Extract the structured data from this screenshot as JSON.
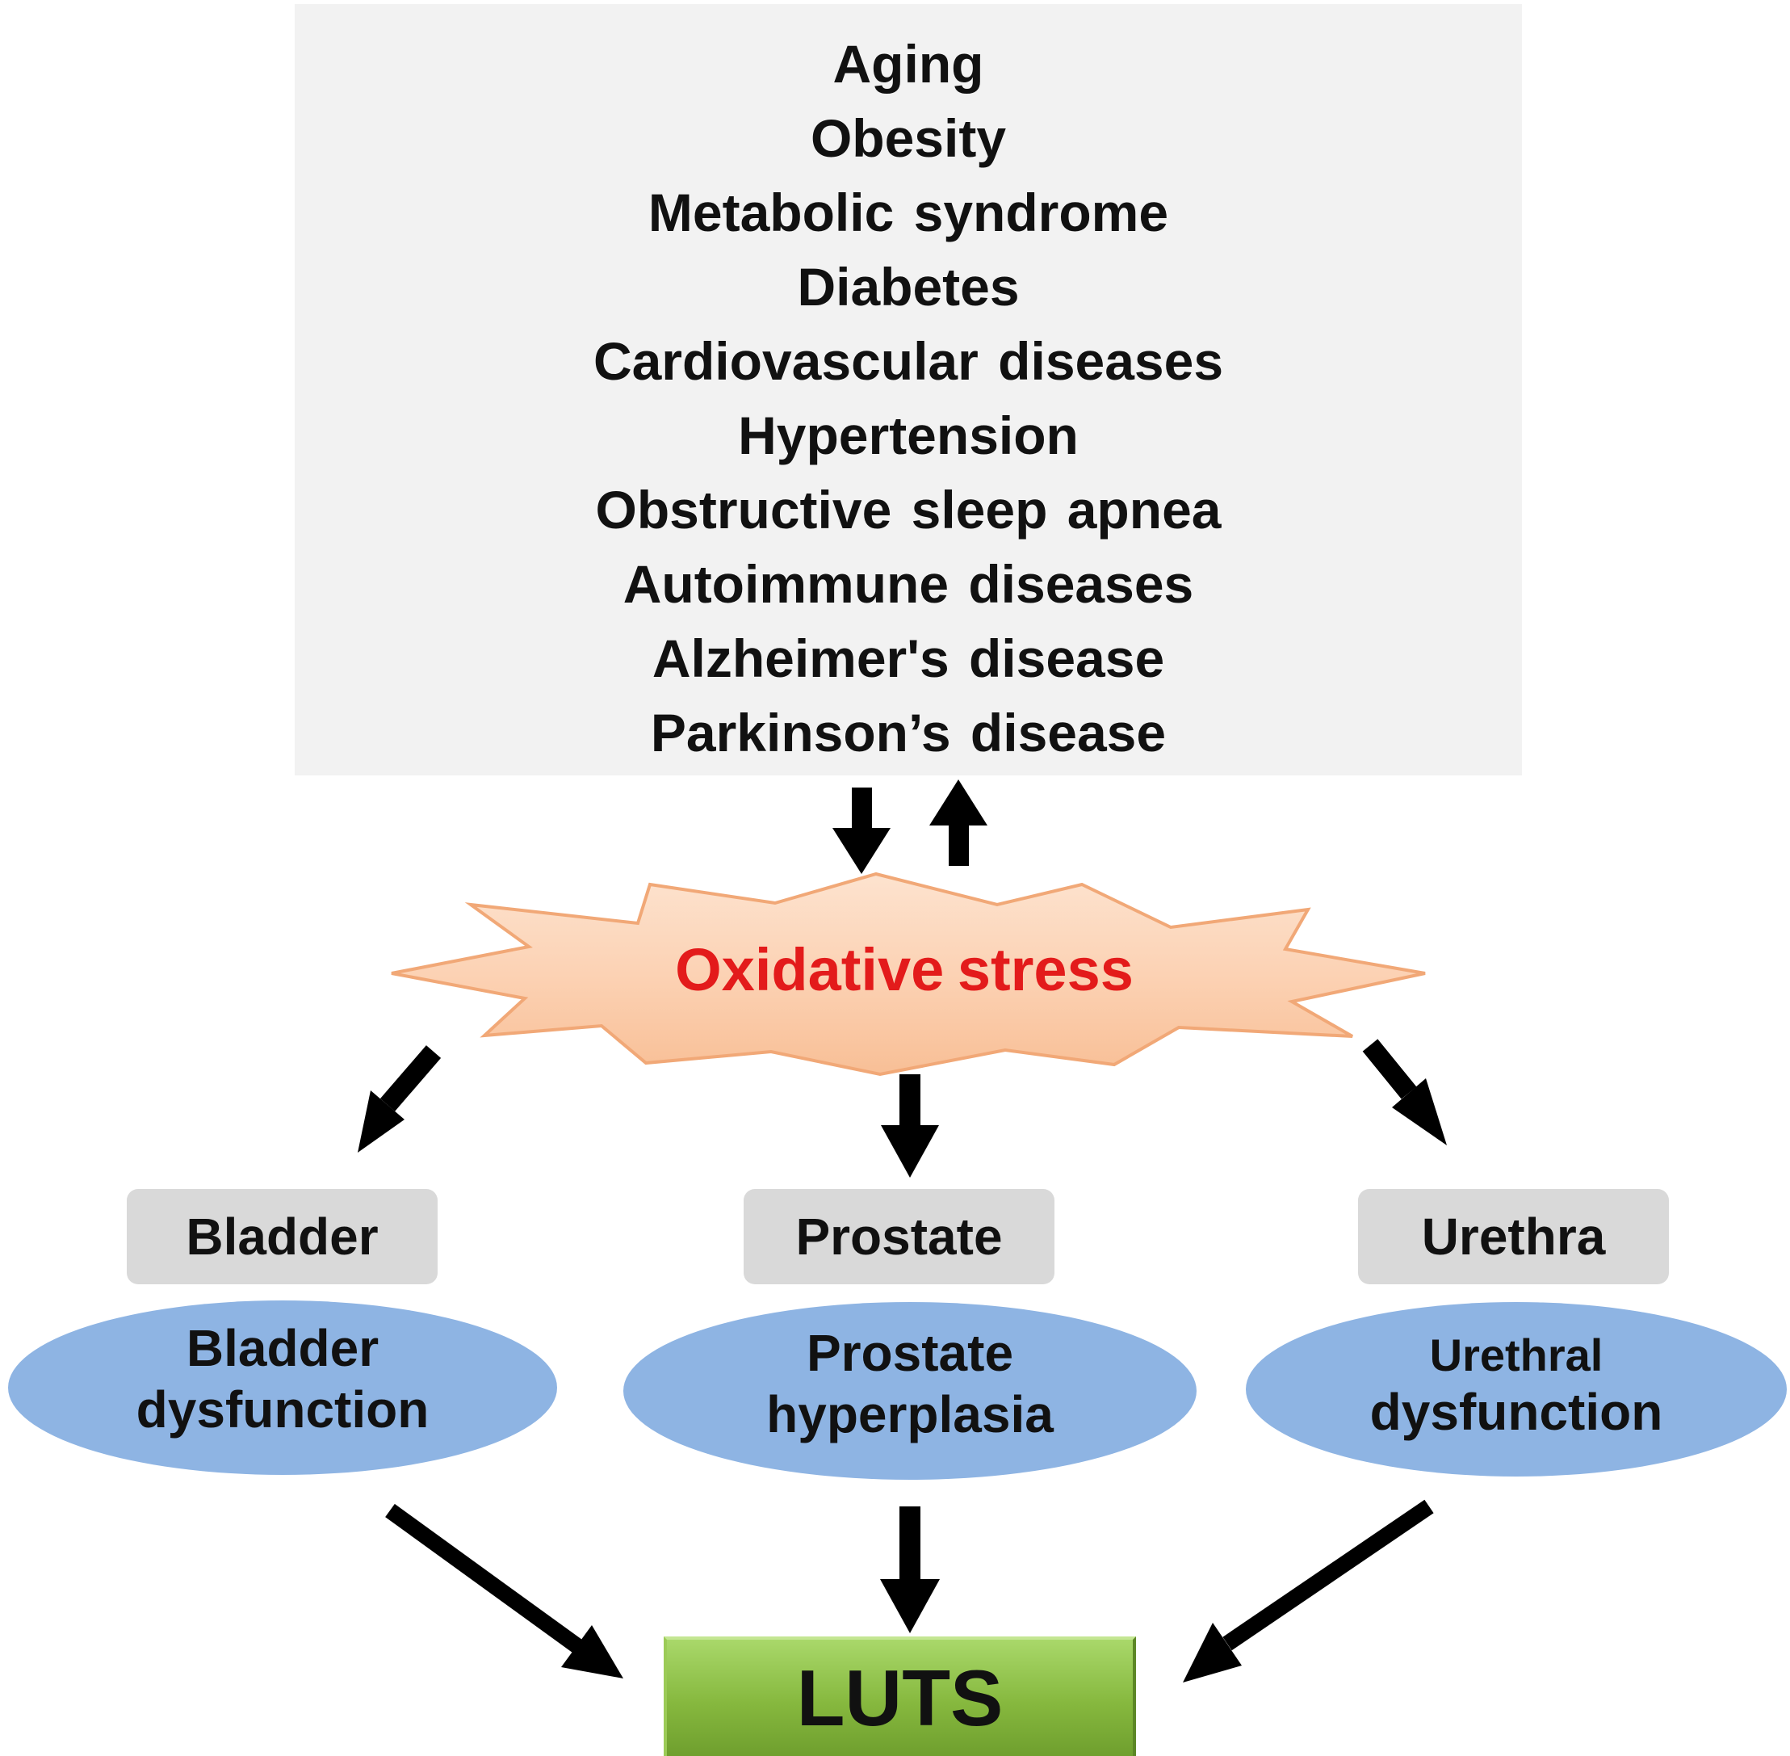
{
  "risk_factors": [
    "Aging",
    "Obesity",
    "Metabolic syndrome",
    "Diabetes",
    "Cardiovascular diseases",
    "Hypertension",
    "Obstructive sleep apnea",
    "Autoimmune diseases",
    "Alzheimer's disease",
    "Parkinson’s disease"
  ],
  "central": {
    "label": "Oxidative stress"
  },
  "organs": {
    "bladder": {
      "label": "Bladder",
      "dysfunction": [
        "Bladder",
        "dysfunction"
      ]
    },
    "prostate": {
      "label": "Prostate",
      "dysfunction": [
        "Prostate",
        "hyperplasia"
      ]
    },
    "urethra": {
      "label": "Urethra",
      "dysfunction": [
        "Urethral",
        "dysfunction"
      ]
    }
  },
  "outcome": {
    "label": "LUTS"
  },
  "colors": {
    "risk_box": "#f2f2f2",
    "star_fill": "#fcd2b4",
    "star_stroke": "#f1a877",
    "stress_text": "#e31b1b",
    "organ_box": "#d9d9d9",
    "ellipse": "#8eb4e3",
    "luts": "#86b83e",
    "arrow": "#000000"
  }
}
